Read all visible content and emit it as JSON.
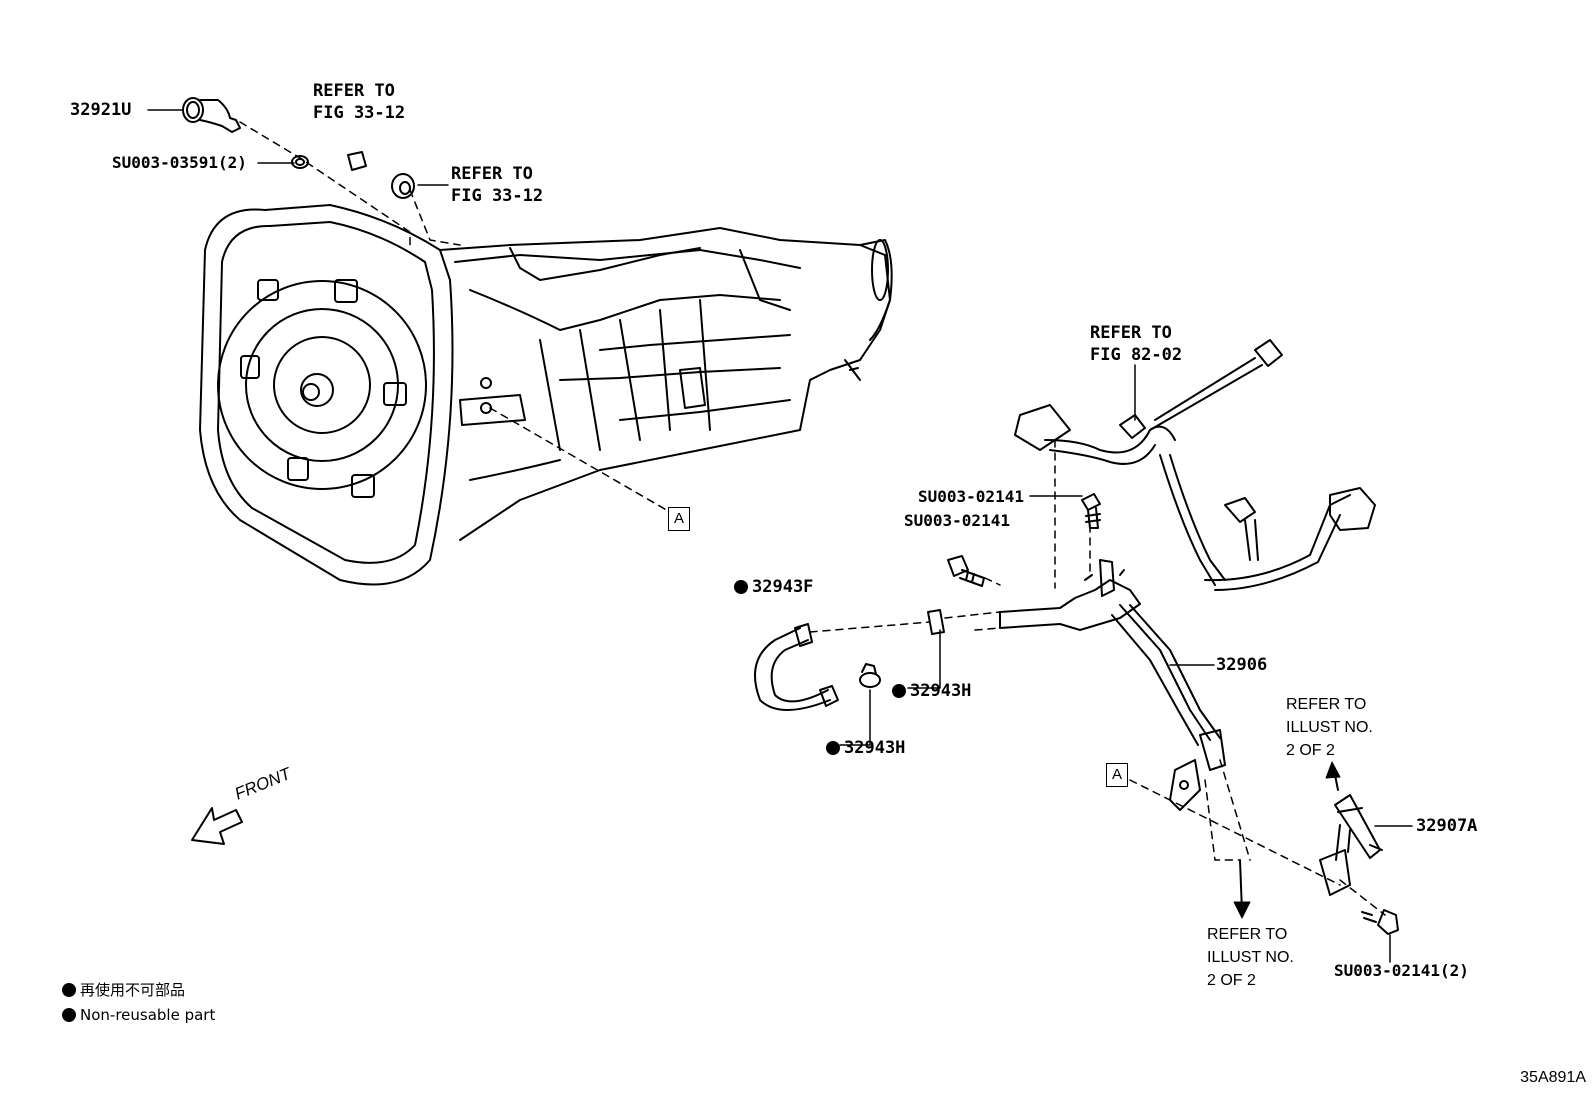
{
  "parts": {
    "p32921U": "32921U",
    "su_03591": "SU003-03591(2)",
    "refer_33_12_a": "REFER TO\nFIG 33-12",
    "refer_33_12_b": "REFER TO\nFIG 33-12",
    "refer_82_02": "REFER TO\nFIG 82-02",
    "su_02141_a": "SU003-02141",
    "su_02141_b": "SU003-02141",
    "p32943F": "32943F",
    "p32943H_a": "32943H",
    "p32943H_b": "32943H",
    "p32906": "32906",
    "p32907A": "32907A",
    "refer_illust_a": "REFER TO\nILLUST NO.\n2 OF 2",
    "refer_illust_b": "REFER TO\nILLUST NO.\n2 OF 2",
    "su_02141_2": "SU003-02141(2)"
  },
  "refs": {
    "a1": "A",
    "a2": "A"
  },
  "front": "FRONT",
  "legend": {
    "jp": "再使用不可部品",
    "en": "Non-reusable part"
  },
  "figure_code": "35A891A"
}
